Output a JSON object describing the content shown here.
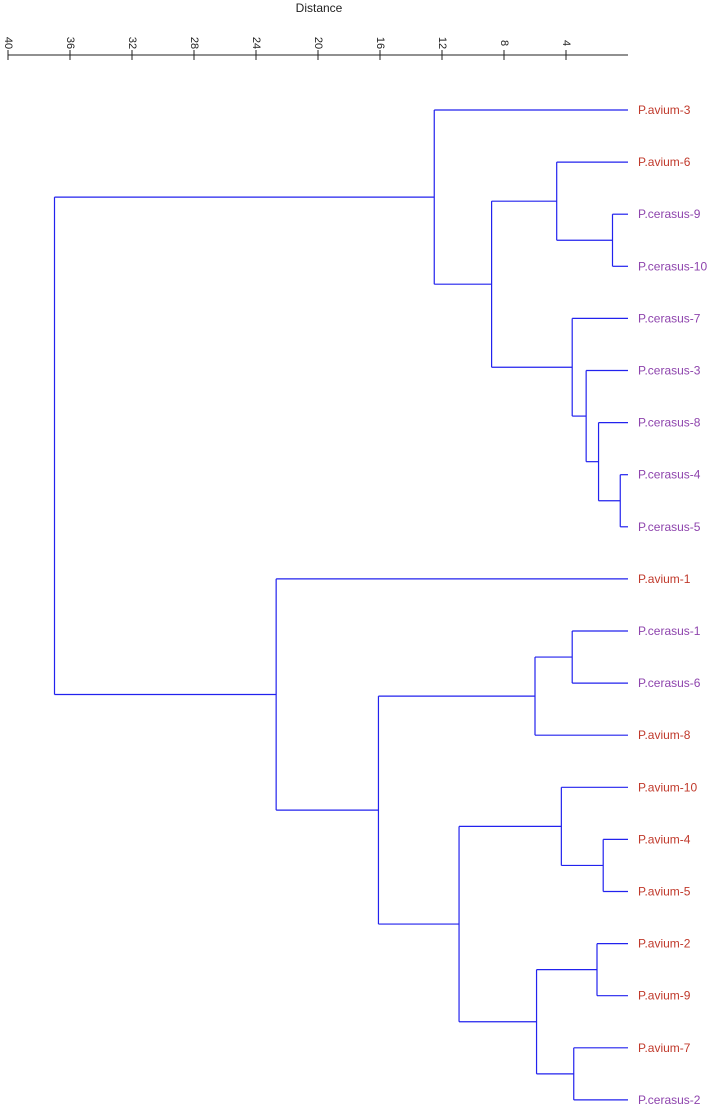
{
  "chart": {
    "axis_title": "Distance",
    "axis_range": [
      40,
      0
    ],
    "axis_ticks": [
      40,
      36,
      32,
      28,
      24,
      20,
      16,
      12,
      8,
      4
    ],
    "axis_tick_labels": [
      "40",
      "36",
      "32",
      "28",
      "24",
      "20",
      "16",
      "12",
      "8",
      "4"
    ],
    "colors": {
      "branch": "#2222ee",
      "axis": "#222222",
      "avium": "#c0392b",
      "cerasus": "#8e44ad"
    },
    "leaves": [
      {
        "label": "P.avium-3",
        "group": "avium"
      },
      {
        "label": "P.avium-6",
        "group": "avium"
      },
      {
        "label": "P.cerasus-9",
        "group": "cerasus"
      },
      {
        "label": "P.cerasus-10",
        "group": "cerasus"
      },
      {
        "label": "P.cerasus-7",
        "group": "cerasus"
      },
      {
        "label": "P.cerasus-3",
        "group": "cerasus"
      },
      {
        "label": "P.cerasus-8",
        "group": "cerasus"
      },
      {
        "label": "P.cerasus-4",
        "group": "cerasus"
      },
      {
        "label": "P.cerasus-5",
        "group": "cerasus"
      },
      {
        "label": "P.avium-1",
        "group": "avium"
      },
      {
        "label": "P.cerasus-1",
        "group": "cerasus"
      },
      {
        "label": "P.cerasus-6",
        "group": "cerasus"
      },
      {
        "label": "P.avium-8",
        "group": "avium"
      },
      {
        "label": "P.avium-10",
        "group": "avium"
      },
      {
        "label": "P.avium-4",
        "group": "avium"
      },
      {
        "label": "P.avium-5",
        "group": "avium"
      },
      {
        "label": "P.avium-2",
        "group": "avium"
      },
      {
        "label": "P.avium-9",
        "group": "avium"
      },
      {
        "label": "P.avium-7",
        "group": "avium"
      },
      {
        "label": "P.cerasus-2",
        "group": "cerasus"
      }
    ],
    "merges": [
      {
        "id": "c1",
        "children": [
          "P.cerasus-9",
          "P.cerasus-10"
        ],
        "distance": 1.0
      },
      {
        "id": "c2",
        "children": [
          "P.cerasus-4",
          "P.cerasus-5"
        ],
        "distance": 0.5
      },
      {
        "id": "c3",
        "children": [
          "P.cerasus-8",
          "c2"
        ],
        "distance": 1.9
      },
      {
        "id": "c4",
        "children": [
          "P.cerasus-3",
          "c3"
        ],
        "distance": 2.7
      },
      {
        "id": "c5",
        "children": [
          "P.cerasus-7",
          "c4"
        ],
        "distance": 3.6
      },
      {
        "id": "c6",
        "children": [
          "P.avium-6",
          "c1"
        ],
        "distance": 4.6
      },
      {
        "id": "c7",
        "children": [
          "c6",
          "c5"
        ],
        "distance": 8.8
      },
      {
        "id": "c8",
        "children": [
          "P.avium-3",
          "c7"
        ],
        "distance": 12.5
      },
      {
        "id": "c9",
        "children": [
          "P.cerasus-1",
          "P.cerasus-6"
        ],
        "distance": 3.6
      },
      {
        "id": "c10",
        "children": [
          "c9",
          "P.avium-8"
        ],
        "distance": 6.0
      },
      {
        "id": "c11",
        "children": [
          "P.avium-4",
          "P.avium-5"
        ],
        "distance": 1.6
      },
      {
        "id": "c12",
        "children": [
          "P.avium-10",
          "c11"
        ],
        "distance": 4.3
      },
      {
        "id": "c13",
        "children": [
          "P.avium-2",
          "P.avium-9"
        ],
        "distance": 2.0
      },
      {
        "id": "c14",
        "children": [
          "P.avium-7",
          "P.cerasus-2"
        ],
        "distance": 3.5
      },
      {
        "id": "c15",
        "children": [
          "c13",
          "c14"
        ],
        "distance": 5.9
      },
      {
        "id": "c16",
        "children": [
          "c12",
          "c15"
        ],
        "distance": 10.9
      },
      {
        "id": "c17",
        "children": [
          "c10",
          "c16"
        ],
        "distance": 16.1
      },
      {
        "id": "c18",
        "children": [
          "P.avium-1",
          "c17"
        ],
        "distance": 22.7
      },
      {
        "id": "c19",
        "children": [
          "c8",
          "c18"
        ],
        "distance": 37.0
      }
    ]
  }
}
